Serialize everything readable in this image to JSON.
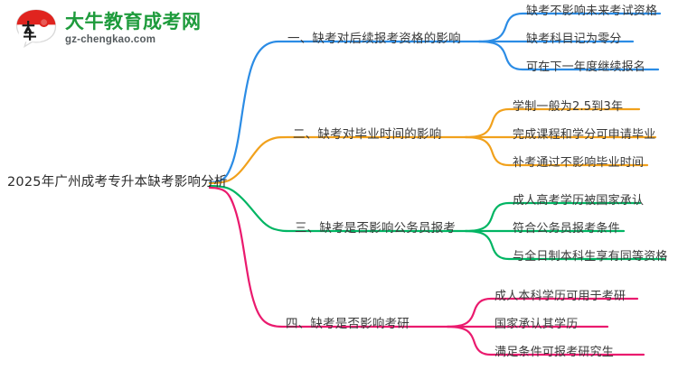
{
  "logo": {
    "title": "大牛教育成考网",
    "subtitle": "gz-chengkao.com",
    "mark_text": "大牛",
    "title_color": "#1e9b3c",
    "mark_accent_color": "#e0241f"
  },
  "mindmap": {
    "root": {
      "label": "2025年广州成考专升本缺考影响分析"
    },
    "branches": [
      {
        "label": "一、缺考对后续报考资格的影响",
        "color": "#2b8ce5",
        "leaves": [
          "缺考不影响未来考试资格",
          "缺考科目记为零分",
          "可在下一年度继续报名"
        ]
      },
      {
        "label": "二、缺考对毕业时间的影响",
        "color": "#f1a11c",
        "leaves": [
          "学制一般为2.5到3年",
          "完成课程和学分可申请毕业",
          "补考通过不影响毕业时间"
        ]
      },
      {
        "label": "三、缺考是否影响公务员报考",
        "color": "#00b563",
        "leaves": [
          "成人高考学历被国家承认",
          "符合公务员报考条件",
          "与全日制本科生享有同等资格"
        ]
      },
      {
        "label": "四、缺考是否影响考研",
        "color": "#ea1a6e",
        "leaves": [
          "成人本科学历可用于考研",
          "国家承认其学历",
          "满足条件可报考研究生"
        ]
      }
    ]
  }
}
